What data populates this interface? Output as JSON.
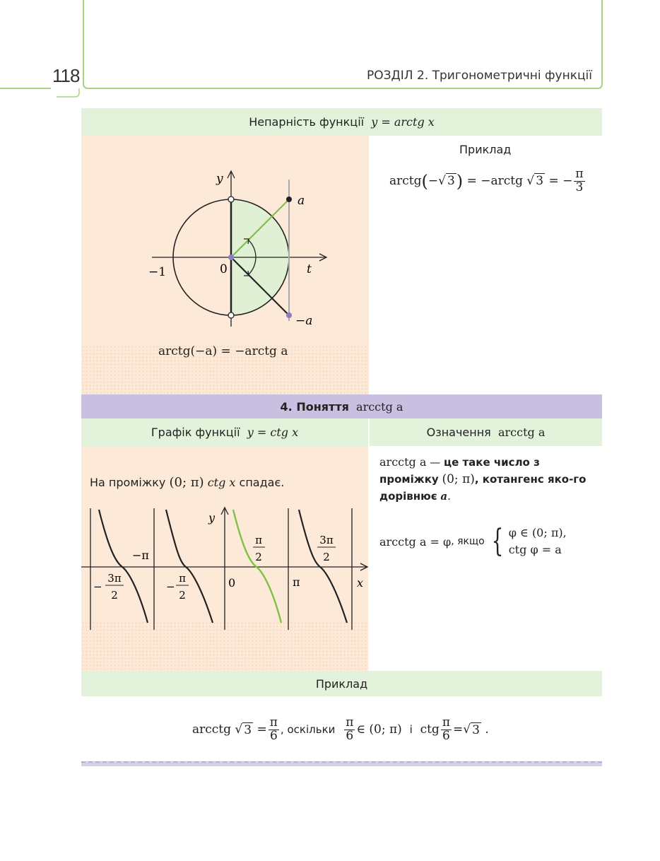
{
  "header": {
    "page_number": "118",
    "running_head": "РОЗДІЛ 2. Тригонометричні функції"
  },
  "odd_section": {
    "title_text": "Непарність функції",
    "title_formula": "y = arctg x",
    "example_title": "Приклад",
    "formula_left": "arctg",
    "formula_mid": "= −arctg",
    "sqrt_arg": "3",
    "formula_right": "= −",
    "frac_num": "π",
    "frac_den": "3",
    "identity_text": "arctg(−a) = −arctg a",
    "diagram": {
      "label_y": "y",
      "label_t": "t",
      "label_a": "a",
      "label_minus_a": "−a",
      "label_minus_one": "−1",
      "label_zero": "0"
    }
  },
  "concept_section": {
    "title_bold": "4. Поняття",
    "title_formula": "arcctg a",
    "graph_header_text": "Графік функції",
    "graph_header_formula": "y = ctg x",
    "def_header_text": "Означення",
    "def_header_formula": "arcctg a",
    "decreasing_text_1": "На проміжку",
    "decreasing_interval": "(0; π)",
    "decreasing_func": "ctg x",
    "decreasing_text_2": "спадає.",
    "definition_formula": "arcctg a",
    "definition_dash": "—",
    "definition_bold_1": "це таке число з проміжку",
    "definition_interval": "(0; π)",
    "definition_bold_2": ", котангенс яко-го дорівнює",
    "definition_var": "a",
    "definition_end": ".",
    "system_left": "arcctg a = φ",
    "system_word": ", якщо",
    "system_line1": "φ ∈ (0; π),",
    "system_line2": "ctg φ = a",
    "graph": {
      "label_y": "y",
      "label_x": "x",
      "label_zero": "0",
      "label_pi": "π",
      "label_minus_pi": "−π",
      "label_pi_over_2_num": "π",
      "label_pi_over_2_den": "2",
      "label_3pi_over_2_num": "3π",
      "label_3pi_over_2_den": "2",
      "label_minus_pi_over_2_num": "π",
      "label_minus_pi_over_2_den": "2",
      "label_minus_3pi_over_2_num": "3π",
      "label_minus_3pi_over_2_den": "2",
      "label_minus_sign": "−"
    }
  },
  "bottom_example": {
    "title": "Приклад",
    "part1": "arcctg",
    "sqrt_arg": "3",
    "eq": "=",
    "frac_num": "π",
    "frac_den": "6",
    "word_since": ", оскільки",
    "in_interval": "∈ (0; π)",
    "word_and": "і",
    "ctg": "ctg",
    "eq2": "=",
    "end": "."
  },
  "colors": {
    "green_band": "#e3f2da",
    "lavender_band": "#c8bfe1",
    "peach_panel": "#fde9d7",
    "accent_green": "#7dc242",
    "accent_purple": "#8e7cc3"
  }
}
